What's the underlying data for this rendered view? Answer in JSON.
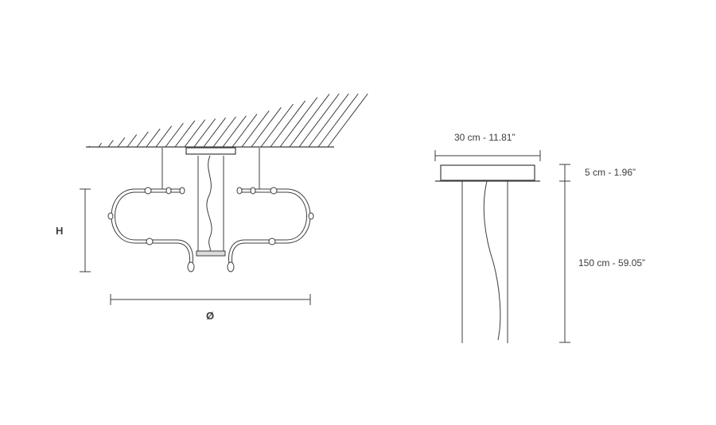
{
  "left_view": {
    "height_label": "H",
    "diameter_label": "Ø"
  },
  "right_view": {
    "canopy_width_label": "30 cm - 11.81”",
    "canopy_height_label": "5 cm - 1.96”",
    "drop_length_label": "150 cm - 59.05”"
  },
  "colors": {
    "line": "#3c3c3c",
    "hatch": "#3c3c3c",
    "background": "#ffffff"
  }
}
